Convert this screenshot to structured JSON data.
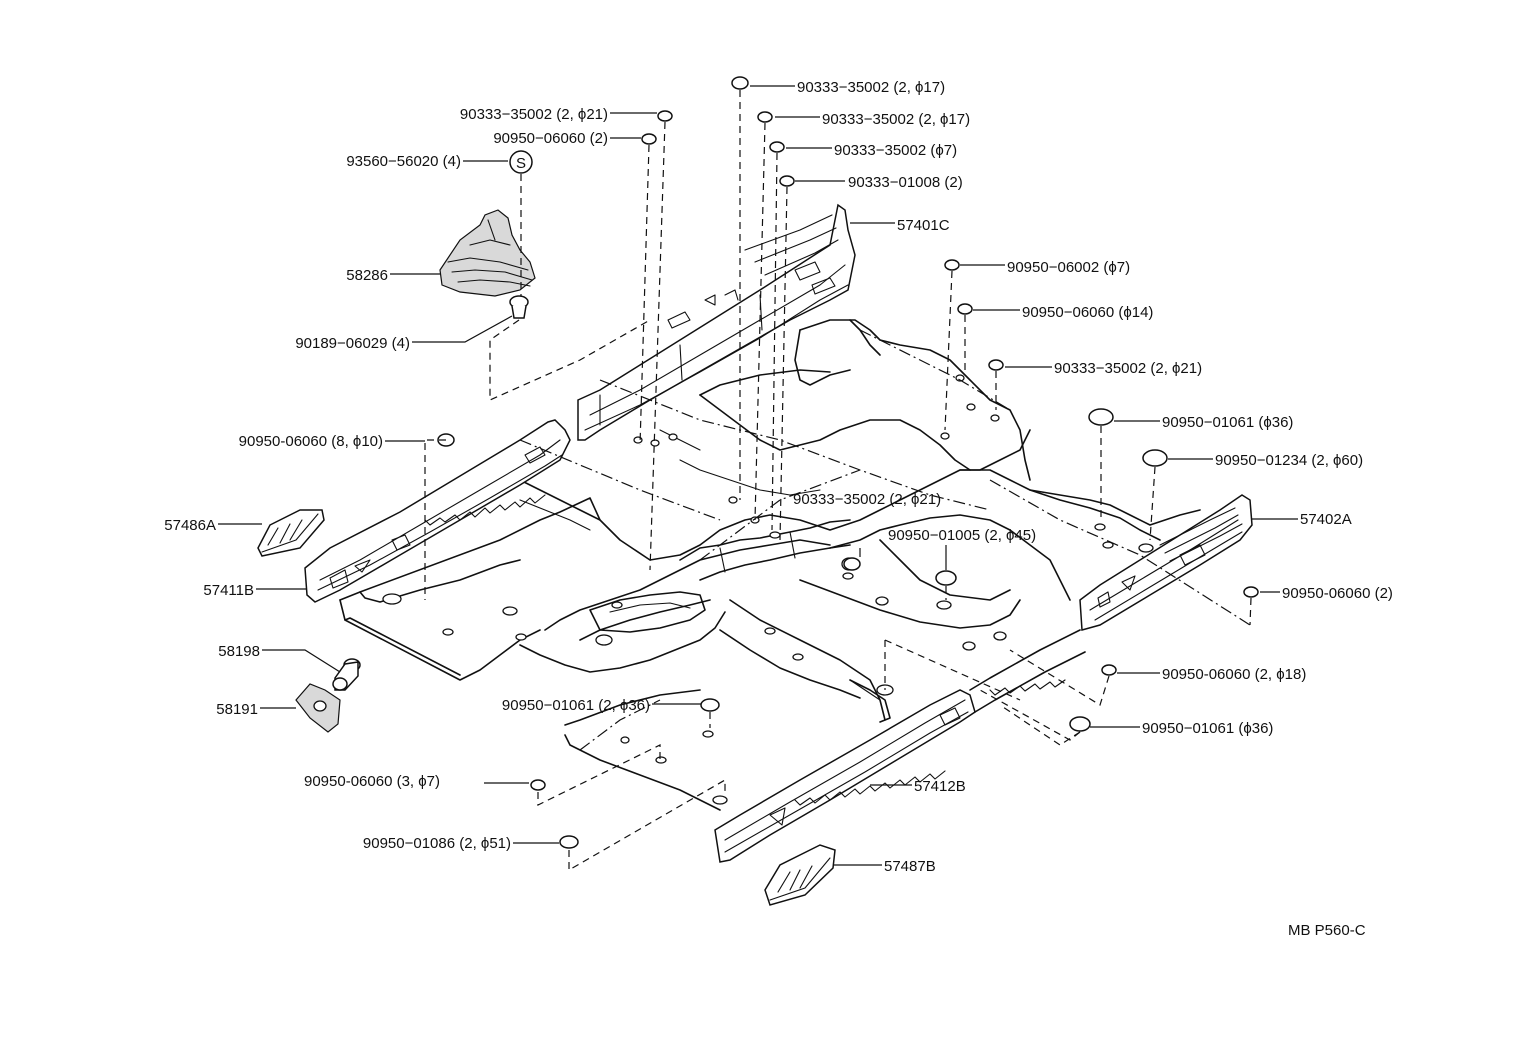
{
  "labels": {
    "l01": "90333−35002 (2, ϕ17)",
    "l02": "90333−35002 (2, ϕ21)",
    "l03": "90333−35002 (2, ϕ17)",
    "l04": "90950−06060 (2)",
    "l05": "90333−35002 (ϕ7)",
    "l06": "93560−56020 (4)",
    "l07": "90333−01008 (2)",
    "l08": "57401C",
    "l09": "58286",
    "l10": "90950−06002 (ϕ7)",
    "l11": "90950−06060 (ϕ14)",
    "l12": "90189−06029 (4)",
    "l13": "90333−35002 (2, ϕ21)",
    "l14": "90950−01061 (ϕ36)",
    "l15": "90950-06060 (8, ϕ10)",
    "l16": "90950−01234 (2, ϕ60)",
    "l17": "90333−35002 (2, ϕ21)",
    "l18": "90950−01005 (2, ϕ45)",
    "l19": "57402A",
    "l20": "57486A",
    "l21": "57411B",
    "l22": "90950-06060 (2)",
    "l23": "58198",
    "l24": "90950-06060 (2, ϕ18)",
    "l25": "58191",
    "l26": "90950−01061 (2, ϕ36)",
    "l27": "90950−01061 (ϕ36)",
    "l28": "90950-06060 (3, ϕ7)",
    "l29": "57412B",
    "l30": "90950−01086 (2, ϕ51)",
    "l31": "57487B"
  },
  "symbol_s": "S",
  "reference_code": "MB  P560-C"
}
